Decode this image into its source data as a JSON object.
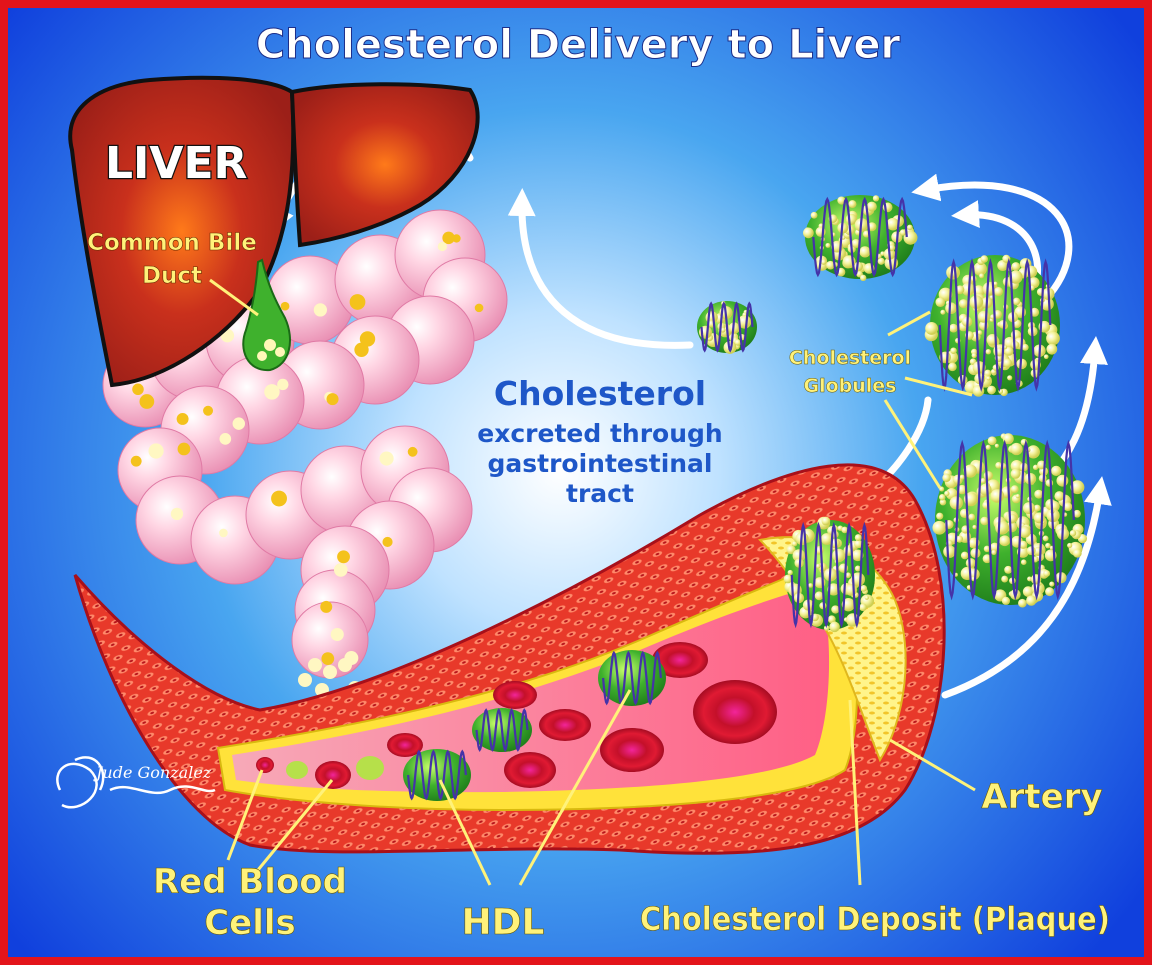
{
  "title": "Cholesterol Delivery to Liver",
  "organ_label": "LIVER",
  "bile_duct_label": [
    "Common Bile",
    "Duct"
  ],
  "excretion": {
    "heading": "Cholesterol",
    "lines": [
      "excreted through",
      "gastrointestinal",
      "tract"
    ]
  },
  "globules_label": [
    "Cholesterol",
    "Globules"
  ],
  "artery_label": "Artery",
  "rbc_label": [
    "Red Blood",
    "Cells"
  ],
  "hdl_label": "HDL",
  "plaque_label": "Cholesterol Deposit (Plaque)",
  "signature": "Jude Gonzalez",
  "colors": {
    "frame": "#e3141b",
    "background_center": "#ffffff",
    "background_mid": "#49a6f0",
    "background_edge": "#1040dd",
    "title": "#ffffff",
    "label_yellow": "#fff27a",
    "label_blue": "#1e57c8",
    "liver": "#b3221c",
    "intestine": "#f6b3cc",
    "artery_wall": "#e63b2b",
    "hdl_green": "#3fb12d",
    "coil": "#4533a8",
    "rbc": "#d0142f"
  }
}
